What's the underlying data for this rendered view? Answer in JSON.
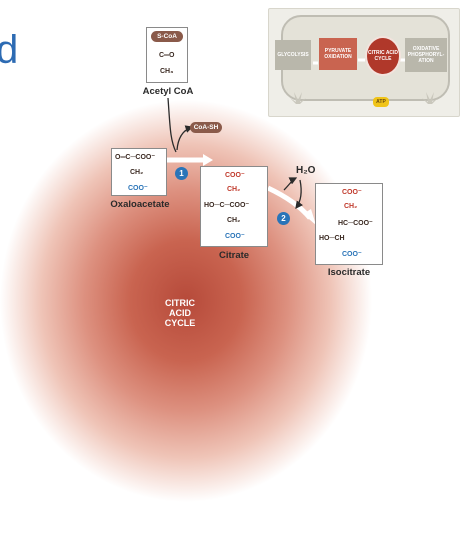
{
  "edge_text": "d",
  "cycle_label": [
    "CITRIC",
    "ACID",
    "CYCLE"
  ],
  "molecules": {
    "acetyl_coa": {
      "name": "Acetyl CoA",
      "badge": "S-CoA",
      "line2": "C═O",
      "line3": "CH₃"
    },
    "oxaloacetate": {
      "name": "Oxaloacetate",
      "line1": "O═C─COO⁻",
      "line2": "CH₂",
      "line3": "COO⁻"
    },
    "citrate": {
      "name": "Citrate",
      "line1": "COO⁻",
      "line2": "CH₂",
      "line3": "HO─C─COO⁻",
      "line4": "CH₂",
      "line5": "COO⁻"
    },
    "isocitrate": {
      "name": "Isocitrate",
      "line1": "COO⁻",
      "line2": "CH₂",
      "line3": "HC─COO⁻",
      "line4": "HO─CH",
      "line5": "COO⁻"
    }
  },
  "byproducts": {
    "coa_sh": "CoA-SH",
    "water": "H₂O"
  },
  "steps": [
    "1",
    "2"
  ],
  "inset": {
    "glycolysis": "GLYCOLYSIS",
    "pyruvate": "PYRUVATE OXIDATION",
    "cycle": "CITRIC ACID CYCLE",
    "oxphos": "OXIDATIVE PHOSPHORYL-ATION",
    "atp": "ATP"
  },
  "colors": {
    "cycle": "#b64a3a",
    "accent_blue": "#2a74b8",
    "carbon_red": "#c0392b",
    "arrow": "#ffffff"
  }
}
